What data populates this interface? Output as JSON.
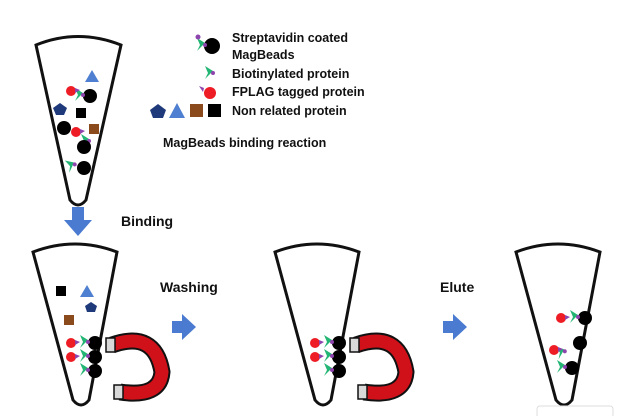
{
  "legend": {
    "streptavidin_line1": "Streptavidin coated",
    "streptavidin_line2": "MagBeads",
    "biotinylated": "Biotinylated protein",
    "fplag": "FPLAG tagged protein",
    "non_related": "Non related protein"
  },
  "caption": "MagBeads binding reaction",
  "steps": {
    "binding": "Binding",
    "washing": "Washing",
    "elute": "Elute"
  },
  "colors": {
    "bead": "#000000",
    "biotin_green": "#22b573",
    "linker_purple": "#8e44ad",
    "fplag_red": "#ee1c25",
    "non_related_navy": "#1f3a7a",
    "non_related_blue": "#4f7fd0",
    "non_related_brown": "#8b4a1c",
    "arrow_blue": "#4a7bd0",
    "magnet_red": "#d0111a",
    "tube_outline": "#111111"
  }
}
